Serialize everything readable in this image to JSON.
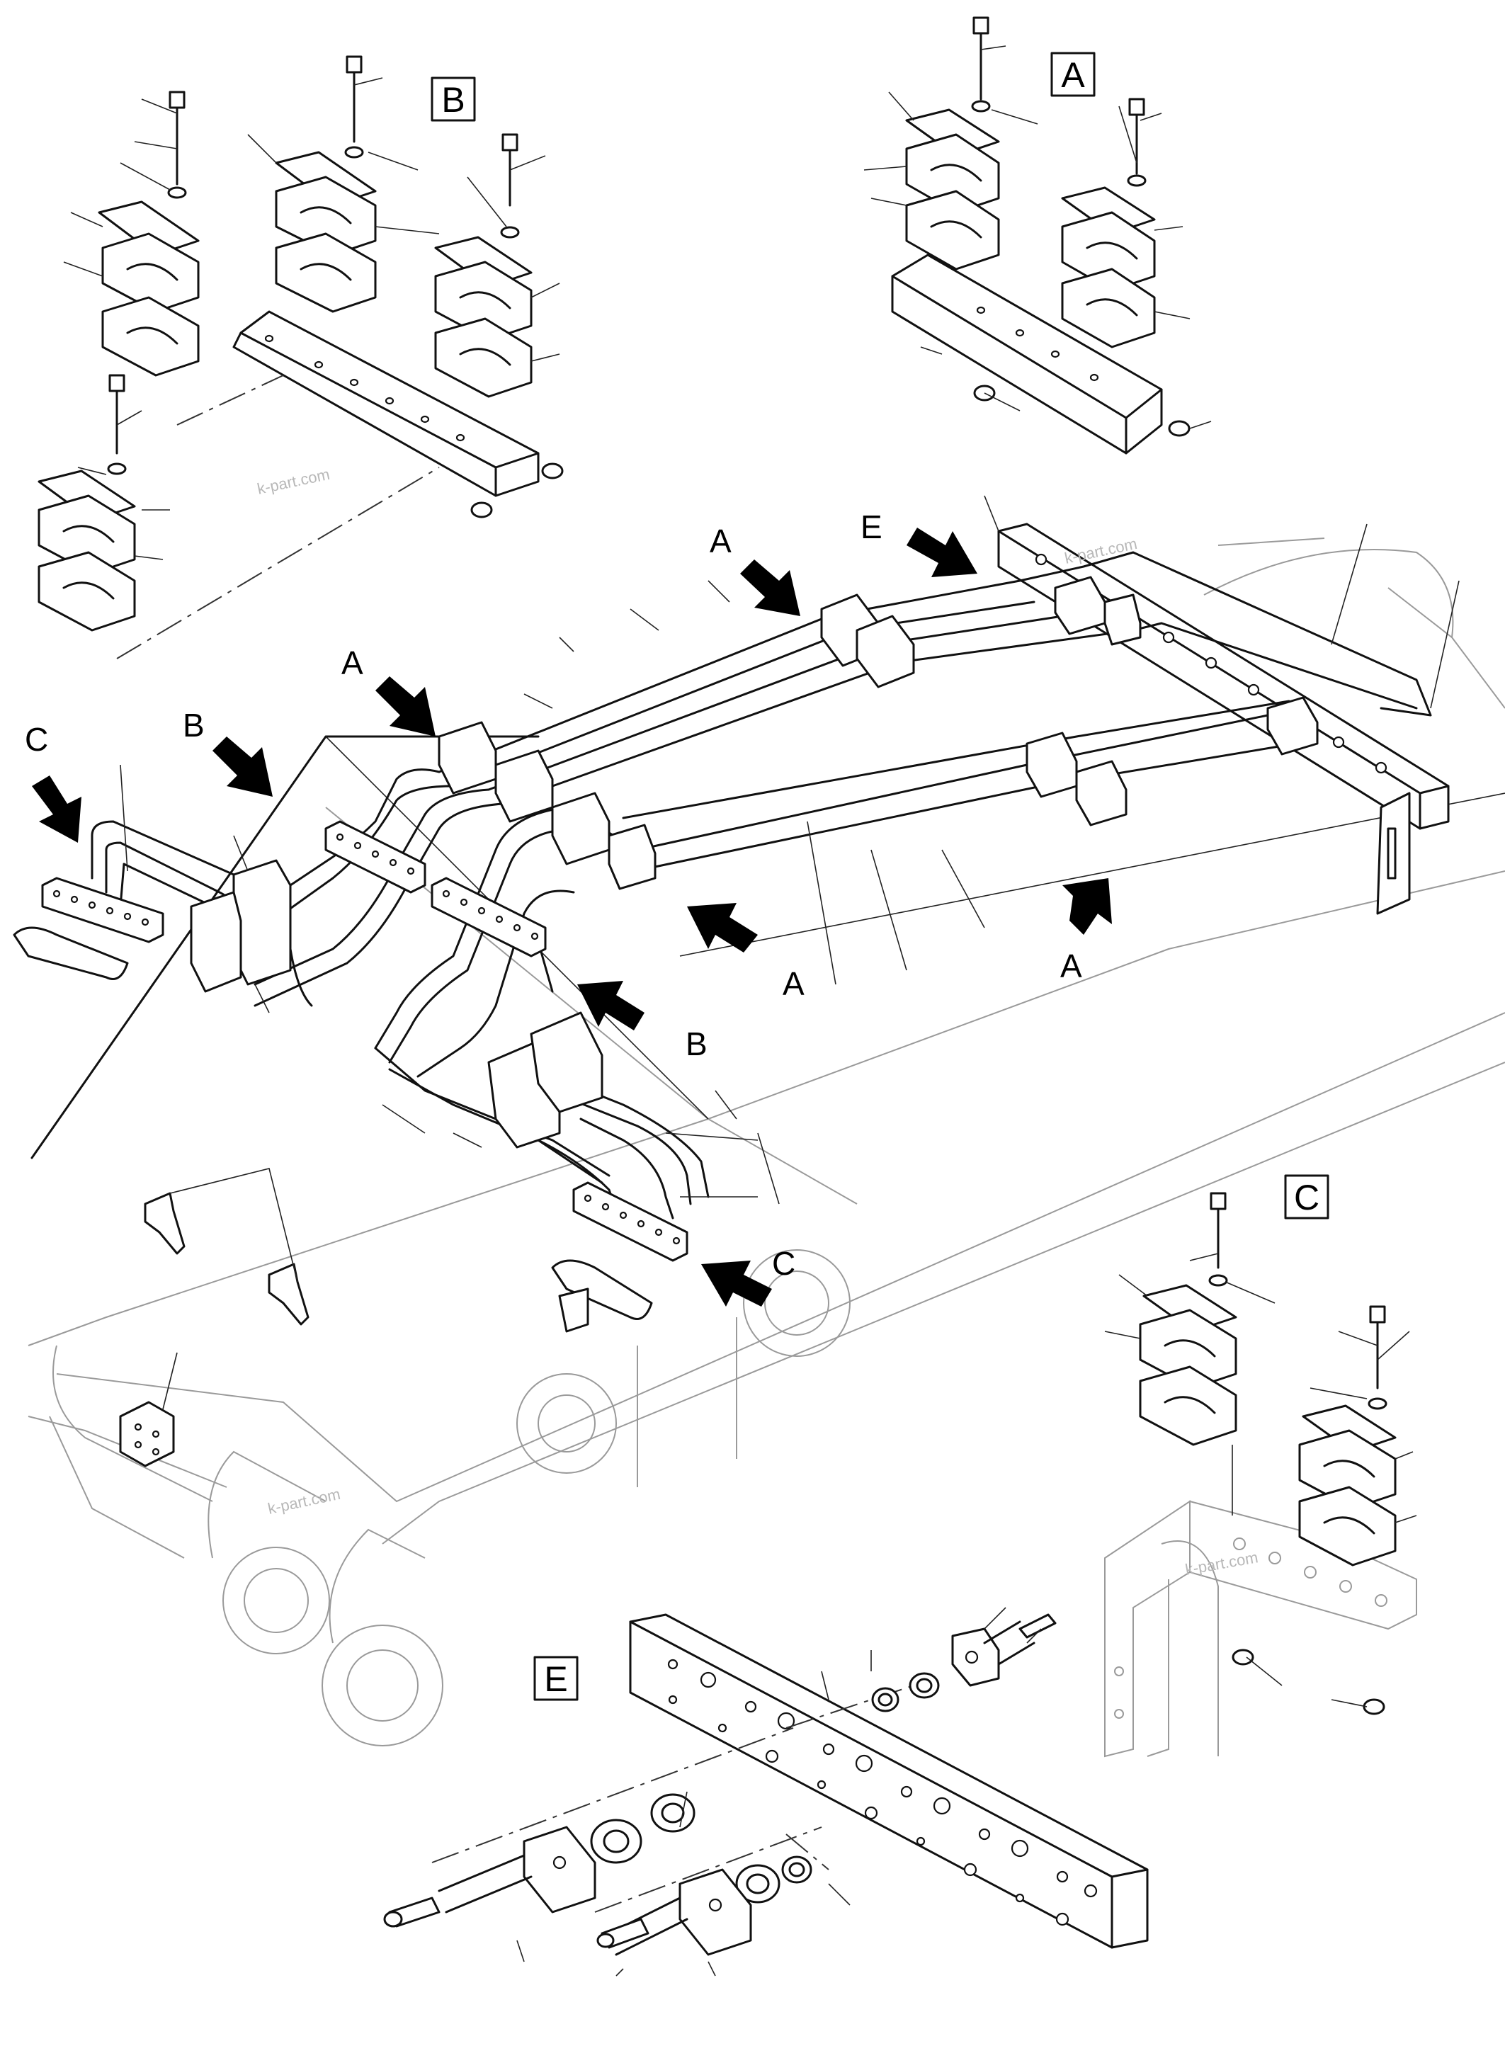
{
  "detail_labels": {
    "b": "B",
    "a": "A",
    "c": "C",
    "e": "E"
  },
  "callouts": {
    "a1": "A",
    "e1": "E",
    "a2": "A",
    "b1": "B",
    "c1": "C",
    "a3": "A",
    "a4": "A",
    "b2": "B",
    "c2": "C"
  },
  "watermark": "k-part.com"
}
